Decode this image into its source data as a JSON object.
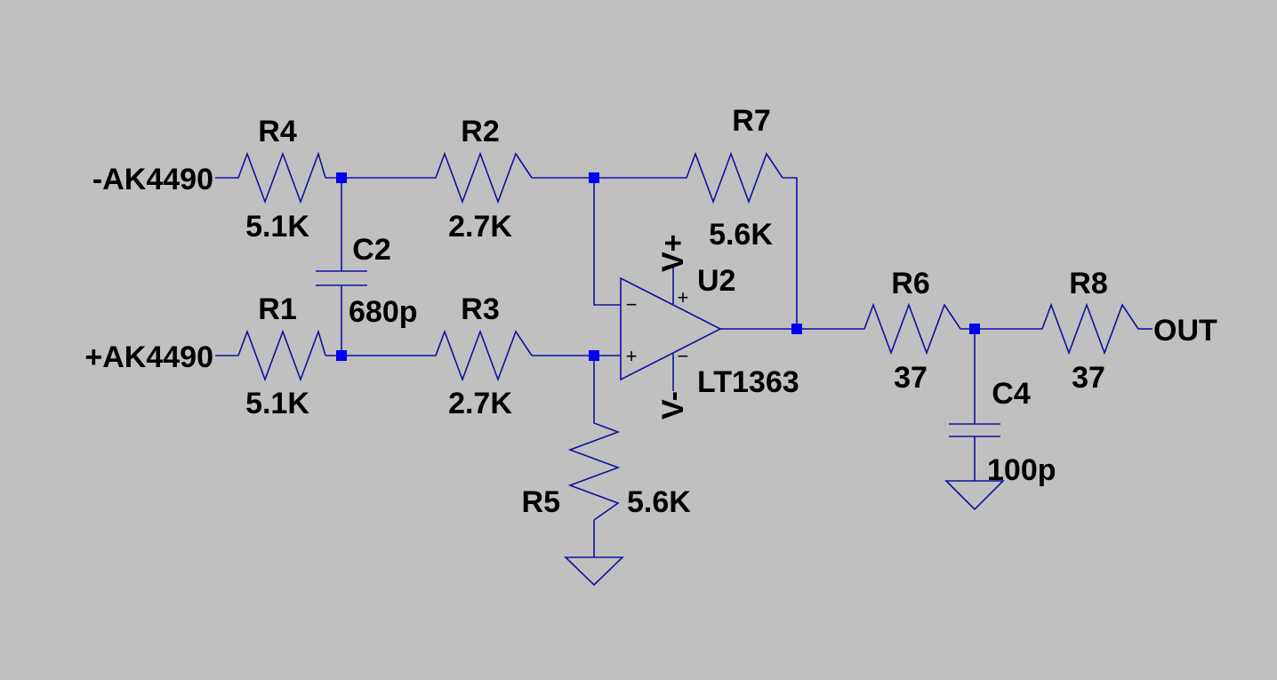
{
  "nets": {
    "input_neg": "-AK4490",
    "input_pos": "+AK4490",
    "output": "OUT"
  },
  "components": {
    "R4": {
      "ref": "R4",
      "value": "5.1K"
    },
    "R1": {
      "ref": "R1",
      "value": "5.1K"
    },
    "R2": {
      "ref": "R2",
      "value": "2.7K"
    },
    "R3": {
      "ref": "R3",
      "value": "2.7K"
    },
    "R7": {
      "ref": "R7",
      "value": "5.6K"
    },
    "R5": {
      "ref": "R5",
      "value": "5.6K"
    },
    "R6": {
      "ref": "R6",
      "value": "37"
    },
    "R8": {
      "ref": "R8",
      "value": "37"
    },
    "C2": {
      "ref": "C2",
      "value": "680p"
    },
    "C4": {
      "ref": "C4",
      "value": "100p"
    },
    "U2": {
      "ref": "U2",
      "value": "LT1363",
      "supply_pos": "V+",
      "supply_neg": "V-",
      "pin_minus": "−",
      "pin_plus": "+"
    }
  },
  "colors": {
    "background": "#c0c0c0",
    "wire": "#1010a0",
    "junction": "#0000ee",
    "text": "#000000"
  }
}
